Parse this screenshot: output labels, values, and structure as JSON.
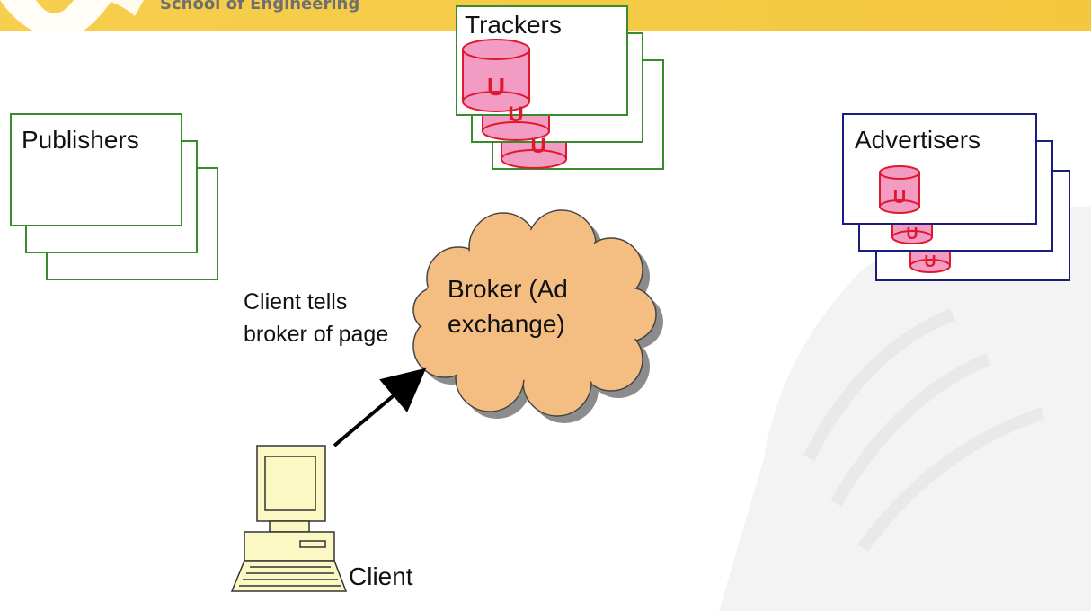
{
  "header": {
    "subtitle": "School of Engineering"
  },
  "nodes": {
    "trackers": {
      "label": "Trackers",
      "db_label": "U"
    },
    "publishers": {
      "label": "Publishers"
    },
    "advertisers": {
      "label": "Advertisers",
      "db_label": "U"
    },
    "broker": {
      "line1": "Broker  (Ad",
      "line2": "exchange)"
    },
    "client": {
      "label": "Client"
    }
  },
  "edges": {
    "client_to_broker": {
      "label_line1": "Client tells",
      "label_line2": "broker of page"
    }
  },
  "colors": {
    "header": "#f5cb45",
    "publisher_border": "#3a8a2e",
    "tracker_border": "#3a8a2e",
    "advertiser_border": "#1c1c7a",
    "db_fill": "#f29cc4",
    "db_stroke": "#e0182e",
    "cloud_fill": "#f4bd82",
    "computer_fill": "#fbf8c4"
  },
  "icons": [
    "database-icon",
    "computer-icon",
    "cloud-shape",
    "logo-icon",
    "watermark-icon"
  ]
}
